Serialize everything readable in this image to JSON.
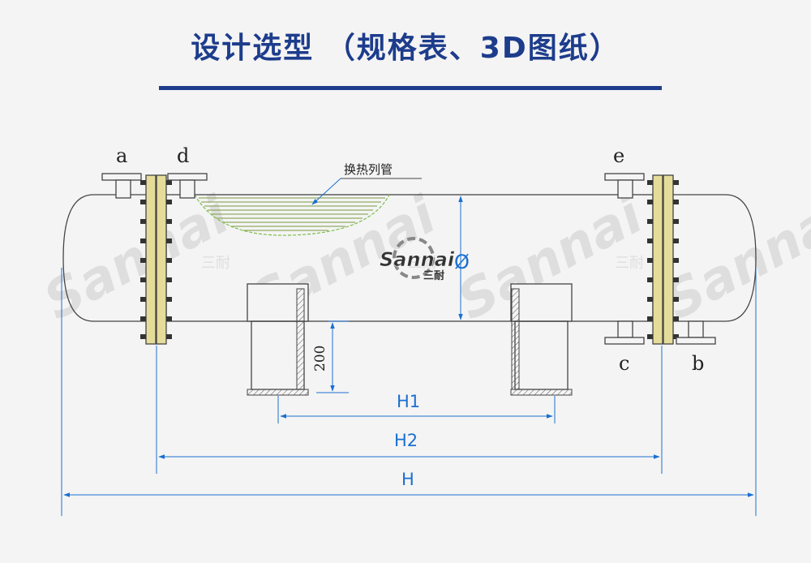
{
  "header": {
    "title": "设计选型 （规格表、3D图纸）"
  },
  "watermark": {
    "brand": "Sannai",
    "brand_cn": "三耐"
  },
  "nozzles": {
    "a": "a",
    "b": "b",
    "c": "c",
    "d": "d",
    "e": "e"
  },
  "callout": {
    "tubes": "换热列管"
  },
  "dimensions": {
    "diameter": "Ø",
    "support_height": "200",
    "h1": "H1",
    "h2": "H2",
    "h": "H"
  },
  "logo": {
    "brand": "Sannai",
    "brand_cn": "三耐"
  },
  "colors": {
    "title": "#1d3c8c",
    "dimension": "#1a6fd0",
    "flange": "#e6dc9a",
    "tube": "#a0c85a",
    "line": "#444444",
    "background": "#f4f4f4"
  }
}
